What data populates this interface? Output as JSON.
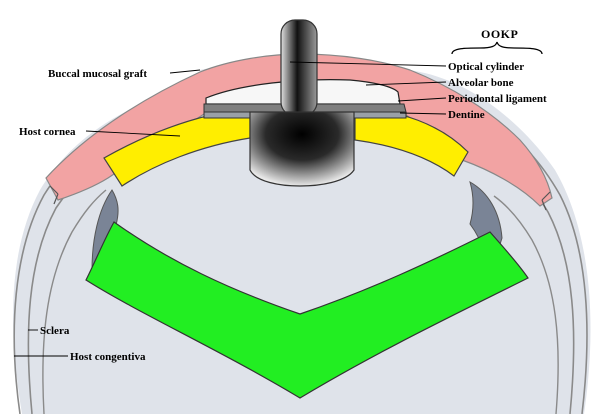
{
  "diagram": {
    "title": "OOKP",
    "labels": {
      "buccal_mucosal_graft": "Buccal mucosal graft",
      "optical_cylinder": "Optical cylinder",
      "alveolar_bone": "Alveolar bone",
      "periodontal_ligament": "Periodontal ligament",
      "dentine": "Dentine",
      "host_cornea": "Host cornea",
      "sclera": "Sclera",
      "host_congentiva": "Host congentiva"
    },
    "colors": {
      "background": "#dfe3ea",
      "graft": "#f2a3a3",
      "cornea": "#ffee00",
      "lens": "#22ee22",
      "ciliary": "#7a8496",
      "ligament": "#7f7f7f",
      "bone": "#f7f7f7"
    }
  }
}
